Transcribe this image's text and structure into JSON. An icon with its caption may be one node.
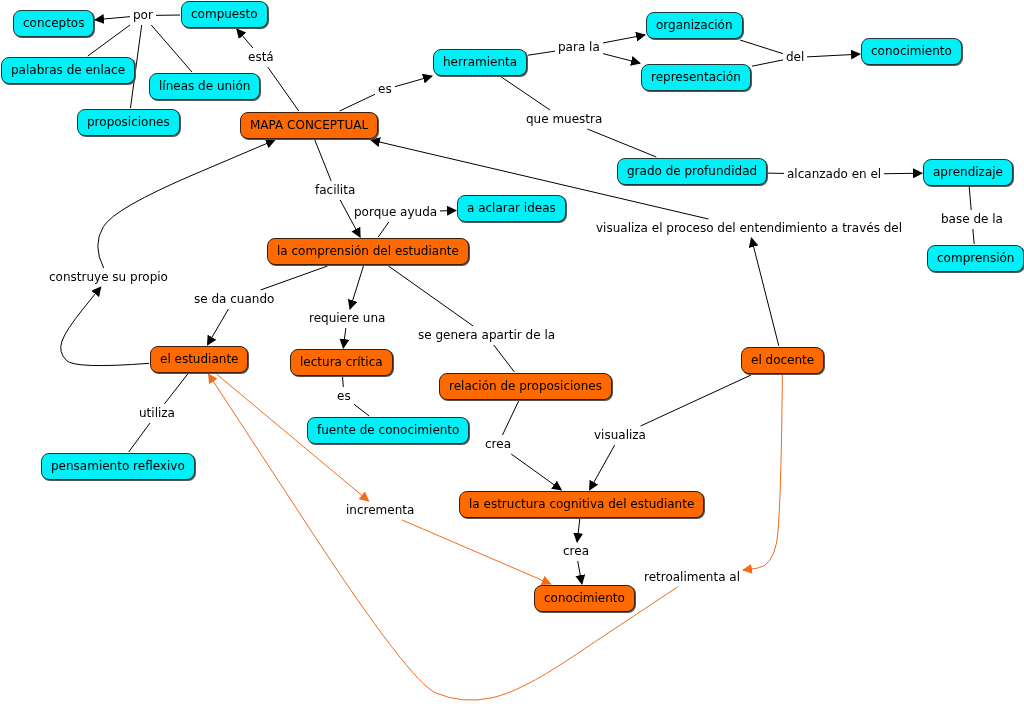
{
  "diagram": {
    "nodes": [
      {
        "text": [
          "MAPA CONCEPTUAL"
        ]
      },
      {
        "text": [
          "compuesto"
        ]
      },
      {
        "text": [
          "conceptos"
        ]
      },
      {
        "text": [
          "palabras de enlace"
        ]
      },
      {
        "text": [
          "líneas de unión"
        ]
      },
      {
        "text": [
          "proposiciones"
        ]
      },
      {
        "text": [
          "herramienta"
        ]
      },
      {
        "text": [
          "organización"
        ]
      },
      {
        "text": [
          "representación"
        ]
      },
      {
        "text": [
          "conocimiento"
        ]
      },
      {
        "text": [
          "grado de profundidad"
        ]
      },
      {
        "text": [
          "aprendizaje"
        ]
      },
      {
        "text": [
          "comprensión"
        ]
      },
      {
        "text": [
          "a aclarar ideas"
        ]
      },
      {
        "text": [
          "la comprensión del estudiante"
        ]
      },
      {
        "text": [
          "el estudiante"
        ]
      },
      {
        "text": [
          "lectura crítica"
        ]
      },
      {
        "text": [
          "fuente de conocimiento"
        ]
      },
      {
        "text": [
          "pensamiento reflexivo"
        ]
      },
      {
        "text": [
          "relación de proposiciones"
        ]
      },
      {
        "text": [
          "el docente"
        ]
      },
      {
        "text": [
          "la estructura cognitiva del estudiante"
        ]
      },
      {
        "text": [
          "conocimiento"
        ]
      },
      {
        "text": [
          "por"
        ]
      },
      {
        "text": [
          "está"
        ]
      },
      {
        "text": [
          "es"
        ]
      },
      {
        "text": [
          "para la"
        ]
      },
      {
        "text": [
          "del"
        ]
      },
      {
        "text": [
          "que muestra"
        ]
      },
      {
        "text": [
          "alcanzado en el"
        ]
      },
      {
        "text": [
          "base de la"
        ]
      },
      {
        "text": [
          "visualiza el proceso del entendimiento a través del"
        ]
      },
      {
        "text": [
          "facilita"
        ]
      },
      {
        "text": [
          "porque ayuda"
        ]
      },
      {
        "text": [
          "construye su propio"
        ]
      },
      {
        "text": [
          "se da cuando"
        ]
      },
      {
        "text": [
          "requiere una"
        ]
      },
      {
        "text": [
          "se genera apartir de la"
        ]
      },
      {
        "text": [
          "es"
        ]
      },
      {
        "text": [
          "utiliza"
        ]
      },
      {
        "text": [
          "incrementa"
        ]
      },
      {
        "text": [
          "crea"
        ]
      },
      {
        "text": [
          "visualiza"
        ]
      },
      {
        "text": [
          "crea"
        ]
      },
      {
        "text": [
          "retroalimenta al"
        ]
      }
    ],
    "edges": [
      {
        "from": 1,
        "to": 23,
        "arrow": "none"
      },
      {
        "from": 23,
        "to": 2,
        "arrow": "to"
      },
      {
        "from": 23,
        "to": 3,
        "arrow": "none"
      },
      {
        "from": 23,
        "to": 4,
        "arrow": "none"
      },
      {
        "from": 23,
        "to": 5,
        "arrow": "none"
      },
      {
        "from": 0,
        "to": 24,
        "arrow": "none"
      },
      {
        "from": 24,
        "to": 1,
        "arrow": "to"
      },
      {
        "from": 0,
        "to": 25,
        "arrow": "none"
      },
      {
        "from": 25,
        "to": 6,
        "arrow": "to"
      },
      {
        "from": 6,
        "to": 26,
        "arrow": "none"
      },
      {
        "from": 26,
        "to": 7,
        "arrow": "to"
      },
      {
        "from": 26,
        "to": 8,
        "arrow": "to"
      },
      {
        "from": 7,
        "to": 27,
        "arrow": "none"
      },
      {
        "from": 8,
        "to": 27,
        "arrow": "none"
      },
      {
        "from": 27,
        "to": 9,
        "arrow": "to"
      },
      {
        "from": 6,
        "to": 28,
        "arrow": "none"
      },
      {
        "from": 28,
        "to": 10,
        "arrow": "none"
      },
      {
        "from": 10,
        "to": 29,
        "arrow": "none"
      },
      {
        "from": 29,
        "to": 11,
        "arrow": "to"
      },
      {
        "from": 11,
        "to": 30,
        "arrow": "none"
      },
      {
        "from": 30,
        "to": 12,
        "arrow": "none"
      },
      {
        "from": 20,
        "to": 31,
        "arrow": "to"
      },
      {
        "from": 31,
        "to": 0,
        "arrow": "to"
      },
      {
        "from": 0,
        "to": 32,
        "arrow": "none"
      },
      {
        "from": 32,
        "to": 14,
        "arrow": "to"
      },
      {
        "from": 14,
        "to": 33,
        "arrow": "none"
      },
      {
        "from": 33,
        "to": 13,
        "arrow": "to"
      },
      {
        "from": 14,
        "to": 35,
        "arrow": "none"
      },
      {
        "from": 35,
        "to": 15,
        "arrow": "to"
      },
      {
        "from": 15,
        "to": 34,
        "arrow": "to"
      },
      {
        "from": 34,
        "to": 0,
        "arrow": "to"
      },
      {
        "from": 14,
        "to": 36,
        "arrow": "to"
      },
      {
        "from": 36,
        "to": 16,
        "arrow": "to"
      },
      {
        "from": 14,
        "to": 37,
        "arrow": "none"
      },
      {
        "from": 37,
        "to": 19,
        "arrow": "none"
      },
      {
        "from": 16,
        "to": 38,
        "arrow": "none"
      },
      {
        "from": 38,
        "to": 17,
        "arrow": "none"
      },
      {
        "from": 15,
        "to": 39,
        "arrow": "none"
      },
      {
        "from": 39,
        "to": 18,
        "arrow": "none"
      },
      {
        "from": 15,
        "to": 40,
        "arrow": "to",
        "color": "#f26c1a"
      },
      {
        "from": 40,
        "to": 22,
        "arrow": "to",
        "color": "#f26c1a"
      },
      {
        "from": 19,
        "to": 41,
        "arrow": "none"
      },
      {
        "from": 41,
        "to": 21,
        "arrow": "to"
      },
      {
        "from": 20,
        "to": 42,
        "arrow": "none"
      },
      {
        "from": 42,
        "to": 21,
        "arrow": "to"
      },
      {
        "from": 21,
        "to": 43,
        "arrow": "to"
      },
      {
        "from": 43,
        "to": 22,
        "arrow": "to"
      },
      {
        "from": 20,
        "to": 44,
        "arrow": "to",
        "color": "#f26c1a"
      },
      {
        "from": 44,
        "to": 15,
        "arrow": "to",
        "color": "#f26c1a"
      }
    ]
  }
}
